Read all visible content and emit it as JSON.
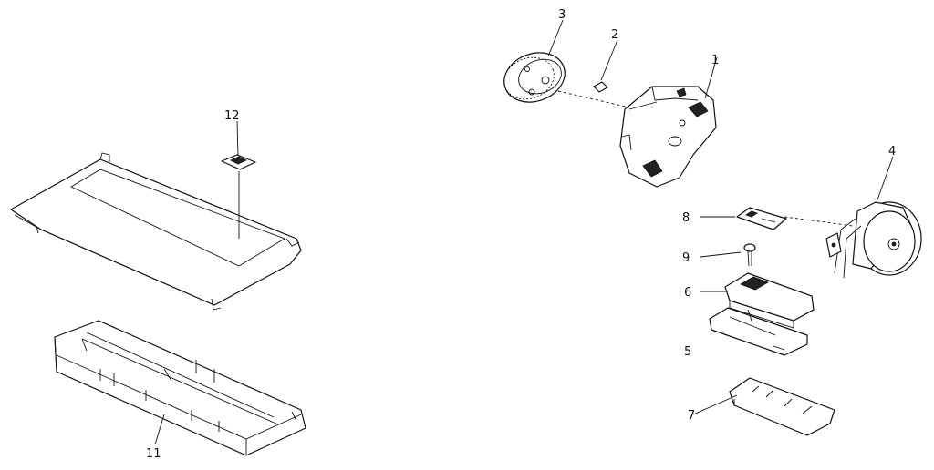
{
  "diagram": {
    "callouts": [
      "1",
      "2",
      "3",
      "4",
      "5",
      "6",
      "7",
      "8",
      "9",
      "11",
      "12"
    ]
  }
}
